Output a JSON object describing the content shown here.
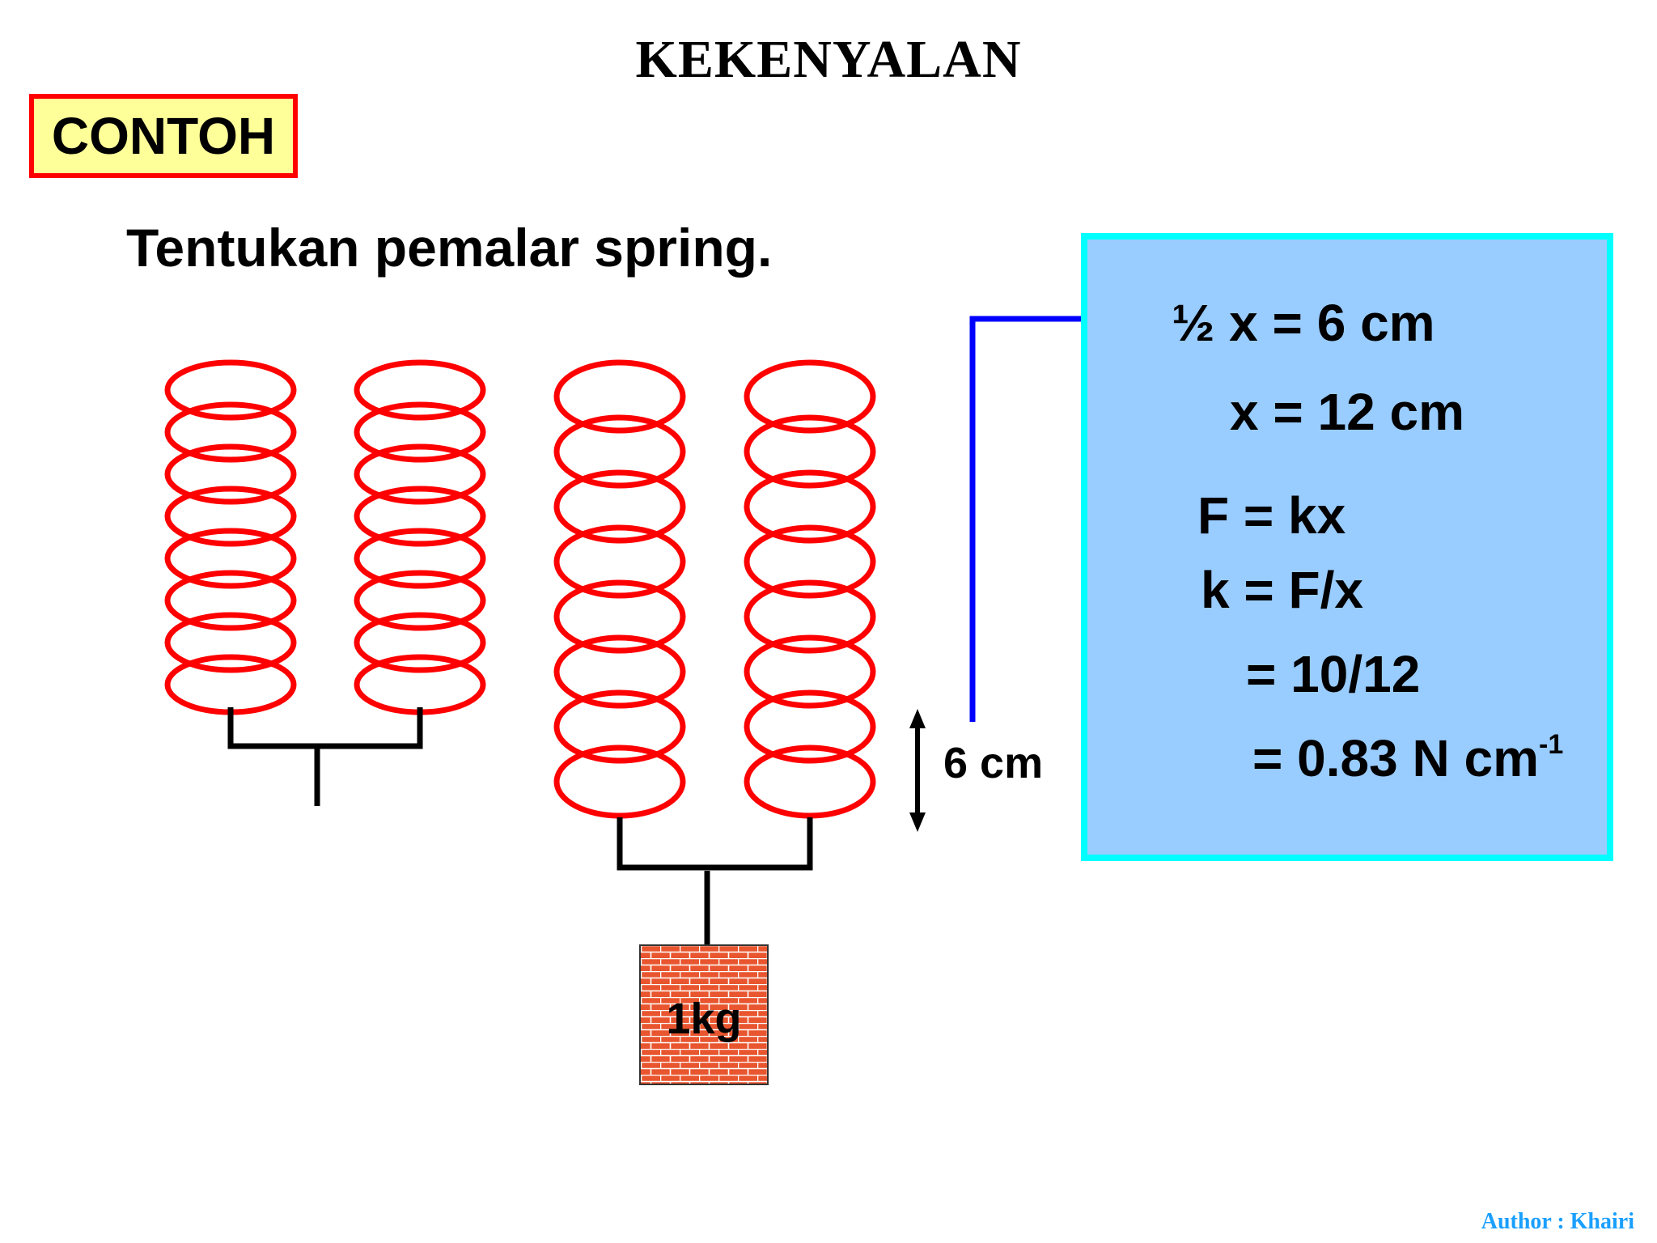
{
  "title": "KEKENYALAN",
  "badge": "CONTOH",
  "question": "Tentukan pemalar spring.",
  "diagram": {
    "extension_label": "6 cm",
    "mass_label": "1kg"
  },
  "solution": {
    "line1": "½ x = 6 cm",
    "line2": "x = 12 cm",
    "line3": "F = kx",
    "line4": "k = F/x",
    "line5": "= 10/12",
    "line6_main": "= 0.83 N cm",
    "line6_sup": "-1"
  },
  "author": "Author : Khairi",
  "colors": {
    "spring": "#ff0000",
    "badge_border": "#ff0000",
    "badge_fill": "#ffff99",
    "answer_fill": "#99ccff",
    "answer_border": "#00ffff",
    "arrow": "#0000ff",
    "mass_brick": "#e8552e",
    "author": "#1a9fff"
  }
}
